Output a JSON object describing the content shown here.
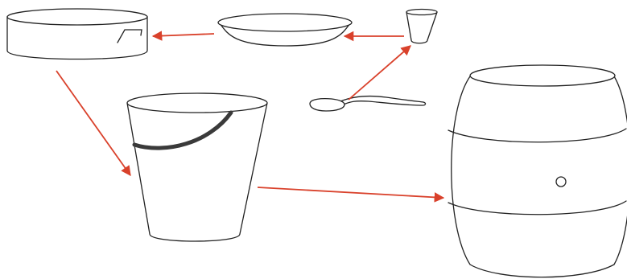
{
  "diagram": {
    "type": "volume-transfer-sequence",
    "containers": [
      {
        "id": "cylinder-tray",
        "icon": "cylinder-tray-icon"
      },
      {
        "id": "plate",
        "icon": "plate-icon"
      },
      {
        "id": "small-cup",
        "icon": "cup-icon"
      },
      {
        "id": "spoon",
        "icon": "spoon-icon"
      },
      {
        "id": "bucket",
        "icon": "bucket-icon"
      },
      {
        "id": "barrel",
        "icon": "barrel-icon"
      }
    ],
    "arrows": [
      {
        "from": "spoon",
        "to": "small-cup"
      },
      {
        "from": "small-cup",
        "to": "plate"
      },
      {
        "from": "plate",
        "to": "cylinder-tray"
      },
      {
        "from": "cylinder-tray",
        "to": "bucket"
      },
      {
        "from": "bucket",
        "to": "barrel"
      }
    ],
    "colors": {
      "arrow": "#d9412b",
      "outline": "#222222",
      "bucket_handle": "#3a3a3a",
      "background": "#ffffff"
    }
  }
}
